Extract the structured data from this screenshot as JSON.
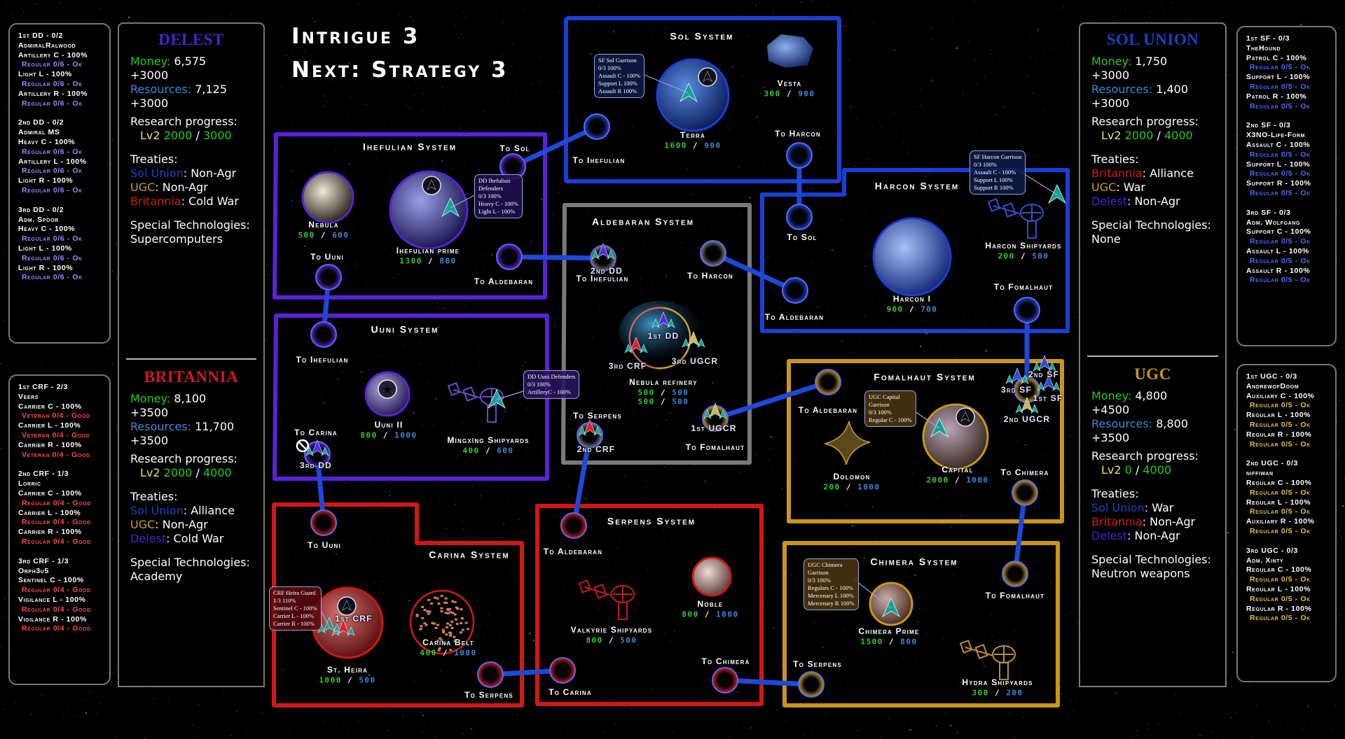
{
  "header": {
    "title": "Intrigue 3",
    "next": "Next: Strategy 3"
  },
  "labels": {
    "money": "Money:",
    "resources": "Resources:",
    "research": "Research progress:",
    "treaties": "Treaties:",
    "special": "Special Technologies:",
    "separator": "/"
  },
  "colors": {
    "delest": "#4a22c8",
    "britannia": "#d01a1a",
    "sol_union": "#1b3fc8",
    "ugc": "#c8961c",
    "money": "#22cc22",
    "resources": "#3a8ad8",
    "level": "#e8e070",
    "neutral": "#7a7a7a"
  },
  "factions": {
    "delest": {
      "name": "DELEST",
      "money": "6,575",
      "money_income": "+3000",
      "resources": "7,125",
      "resources_income": "+3000",
      "research_level": "Lv2",
      "research_current": "2000",
      "research_total": "3000",
      "treaties": [
        {
          "faction": "Sol Union",
          "status": "Non-Agr",
          "color": "#2040c8"
        },
        {
          "faction": "UGC",
          "status": "Non-Agr",
          "color": "#c8a020"
        },
        {
          "faction": "Britannia",
          "status": "Cold War",
          "color": "#d01a1a"
        }
      ],
      "special_tech": "Supercomputers"
    },
    "britannia": {
      "name": "BRITANNIA",
      "money": "8,100",
      "money_income": "+3500",
      "resources": "11,700",
      "resources_income": "+3500",
      "research_level": "Lv2",
      "research_current": "2000",
      "research_total": "4000",
      "treaties": [
        {
          "faction": "Sol Union",
          "status": "Alliance",
          "color": "#2040c8"
        },
        {
          "faction": "UGC",
          "status": "Non-Agr",
          "color": "#c8a020"
        },
        {
          "faction": "Delest",
          "status": "Cold War",
          "color": "#4a22c8"
        }
      ],
      "special_tech": "Academy"
    },
    "sol_union": {
      "name": "SOL UNION",
      "money": "1,750",
      "money_income": "+3000",
      "resources": "1,400",
      "resources_income": "+3000",
      "research_level": "Lv2",
      "research_current": "2000",
      "research_total": "4000",
      "treaties": [
        {
          "faction": "Britannia",
          "status": "Alliance",
          "color": "#d01a1a"
        },
        {
          "faction": "UGC",
          "status": "War",
          "color": "#c8a020"
        },
        {
          "faction": "Delest",
          "status": "Non-Agr",
          "color": "#4a22c8"
        }
      ],
      "special_tech": "None"
    },
    "ugc": {
      "name": "UGC",
      "money": "4,800",
      "money_income": "+4500",
      "resources": "8,800",
      "resources_income": "+3500",
      "research_level": "Lv2",
      "research_current": "0",
      "research_total": "4000",
      "treaties": [
        {
          "faction": "Sol Union",
          "status": " War",
          "color": "#2040c8"
        },
        {
          "faction": "Britannia",
          "status": "Non-Agr",
          "color": "#d01a1a"
        },
        {
          "faction": "Delest",
          "status": "Non-Agr",
          "color": "#4a22c8"
        }
      ],
      "special_tech": "Neutron weapons"
    }
  },
  "fleet_panels": {
    "delest": {
      "status_color": "#9c88ff",
      "fleets": [
        {
          "header": "1st DD - 0/2",
          "commander": "AdmiralRalwood",
          "units": [
            {
              "type": "Artillery C - 100%",
              "status": "Regular 0/6 - Ok"
            },
            {
              "type": "Light L - 100%",
              "status": "Regular 0/6 - Ok"
            },
            {
              "type": "Artillery R - 100%",
              "status": "Regular 0/6 - Ok"
            }
          ]
        },
        {
          "header": "2nd DD - 0/2",
          "commander": "Admiral MS",
          "units": [
            {
              "type": "Heavy C - 100%",
              "status": "Regular 0/6 - Ok"
            },
            {
              "type": "Artillery L - 100%",
              "status": "Regular 0/6 - Ok"
            },
            {
              "type": "Light R - 100%",
              "status": "Regular 0/6 - Ok"
            }
          ]
        },
        {
          "header": "3rd DD - 0/2",
          "commander": "Adm. Spoor",
          "units": [
            {
              "type": "Heavy C - 100%",
              "status": "Regular 0/6 - Ok"
            },
            {
              "type": "Light L - 100%",
              "status": "Regular 0/6 - Ok"
            },
            {
              "type": "Light R - 100%",
              "status": "Regular 0/6 - Ok"
            }
          ]
        }
      ]
    },
    "britannia": {
      "status_color": "#ff4a4a",
      "fleets": [
        {
          "header": "1st CRF - 2/3",
          "commander": "Veers",
          "units": [
            {
              "type": "Carrier C - 100%",
              "status": "Veteran 0/4 - Good"
            },
            {
              "type": "Carrier L - 100%",
              "status": "Veteran 0/4 - Good"
            },
            {
              "type": "Carrier R - 100%",
              "status": "Veteran 0/4 - Good"
            }
          ]
        },
        {
          "header": "2nd CRF - 1/3",
          "commander": "Lorric",
          "units": [
            {
              "type": "Carrier C - 100%",
              "status": "Regular 0/4 - Good"
            },
            {
              "type": "Carrier L - 100%",
              "status": "Regular 0/4 - Good"
            },
            {
              "type": "Carrier R - 100%",
              "status": "Regular 0/4 - Good"
            }
          ]
        },
        {
          "header": "3rd CRF - 1/3",
          "commander": "Orph3u5",
          "units": [
            {
              "type": "Sentinel C - 100%",
              "status": "Regular 0/4 - Good"
            },
            {
              "type": "Vigilance L - 100%",
              "status": "Regular 0/4 - Good"
            },
            {
              "type": "Vigilance R - 100%",
              "status": "Regular 0/4 - Good"
            }
          ]
        }
      ]
    },
    "sol_union": {
      "status_color": "#4a6cff",
      "fleets": [
        {
          "header": "1st SF - 0/3",
          "commander": "TheHound",
          "units": [
            {
              "type": "Patrol C - 100%",
              "status": "Regular 0/5 - Ok"
            },
            {
              "type": "Support L - 100%",
              "status": "Regular 0/5 - Ok"
            },
            {
              "type": "Patrol R - 100%",
              "status": "Regular 0/5 - Ok"
            }
          ]
        },
        {
          "header": "2nd SF - 0/3",
          "commander": "X3NO-Life-Form",
          "units": [
            {
              "type": "Assault C - 100%",
              "status": "Regular 0/5 - Ok"
            },
            {
              "type": "Support L - 100%",
              "status": "Regular 0/5 - Ok"
            },
            {
              "type": "Support R - 100%",
              "status": "Regular 0/5 - Ok"
            }
          ]
        },
        {
          "header": "3rd SF - 0/3",
          "commander": "Adm. Wolfgang",
          "units": [
            {
              "type": "Support C - 100%",
              "status": "Regular 0/5 - Ok"
            },
            {
              "type": "Assault L - 100%",
              "status": "Regular 0/5 - Ok"
            },
            {
              "type": "Assault R - 100%",
              "status": "Regular 0/5 - Ok"
            }
          ]
        }
      ]
    },
    "ugc": {
      "status_color": "#e8c040",
      "fleets": [
        {
          "header": "1st UGC - 0/3",
          "commander": "AndrewofDoom",
          "units": [
            {
              "type": "Auxiliary C - 100%",
              "status": "Regular 0/5 - Ok"
            },
            {
              "type": "Regular L - 100%",
              "status": "Regular 0/5 - Ok"
            },
            {
              "type": "Regular R - 100%",
              "status": "Regular 0/5 - Ok"
            }
          ]
        },
        {
          "header": "2nd UGC - 0/3",
          "commander": "niffiwan",
          "units": [
            {
              "type": "Regular C - 100%",
              "status": "Regular 0/5 - Ok"
            },
            {
              "type": "Regular L - 100%",
              "status": "Regular 0/5 - Ok"
            },
            {
              "type": "Auxiliary R - 100%",
              "status": "Regular 0/5 - Ok"
            }
          ]
        },
        {
          "header": "3rd UGC - 0/3",
          "commander": "Adm. Xinty",
          "units": [
            {
              "type": "Regular C - 100%",
              "status": "Regular 0/5 - Ok"
            },
            {
              "type": "Regular L - 100%",
              "status": "Regular 0/5 - Ok"
            },
            {
              "type": "Regular R - 100%",
              "status": "Regular 0/5 - Ok"
            }
          ]
        }
      ]
    }
  },
  "map": {
    "systems": [
      {
        "title": "Sol System",
        "color": "#1b3fd6"
      },
      {
        "title": "Ihefulian System",
        "color": "#5a22d8"
      },
      {
        "title": "Uuni System",
        "color": "#5a22d8"
      },
      {
        "title": "Aldebaran System",
        "color": "#7a7a7a"
      },
      {
        "title": "Harcon System",
        "color": "#1b3fd6"
      },
      {
        "title": "Fomalhaut System",
        "color": "#c8961c"
      },
      {
        "title": "Chimera System",
        "color": "#c8961c"
      },
      {
        "title": "Serpens System",
        "color": "#d01818"
      },
      {
        "title": "Carina System",
        "color": "#d01818"
      }
    ],
    "nodes": [
      {
        "label": "To Ihefulian",
        "color": "#1b3fd6"
      },
      {
        "label": "To Harcon",
        "color": "#1b3fd6"
      },
      {
        "label": "To Sol",
        "color": "#5a22d8"
      },
      {
        "label": "To Aldebaran",
        "color": "#5a22d8"
      },
      {
        "label": "To Uuni",
        "color": "#5a22d8"
      },
      {
        "label": "To Ihefulian",
        "color": "#5a22d8"
      },
      {
        "label": "To Carina",
        "color": "#5a22d8",
        "blocked": true
      },
      {
        "label": "To Sol",
        "color": "#1b3fd6"
      },
      {
        "label": "To Aldebaran",
        "color": "#1b3fd6"
      },
      {
        "label": "To Fomalhaut",
        "color": "#1b3fd6"
      },
      {
        "label": "To Ihefulian",
        "color": "#7a7a7a"
      },
      {
        "label": "To Harcon",
        "color": "#7a7a7a"
      },
      {
        "label": "To Serpens",
        "color": "#7a7a7a"
      },
      {
        "label": "To Fomalhaut",
        "color": "#c8961c"
      },
      {
        "label": "To Aldebaran",
        "color": "#c8961c"
      },
      {
        "label": "",
        "color": "#c8961c"
      },
      {
        "label": "To Chimera",
        "color": "#c8961c"
      },
      {
        "label": "To Fomalhaut",
        "color": "#c8961c"
      },
      {
        "label": "To Serpens",
        "color": "#c8961c"
      },
      {
        "label": "To Aldebaran",
        "color": "#d01818"
      },
      {
        "label": "To Carina",
        "color": "#d01818"
      },
      {
        "label": "To Chimera",
        "color": "#d01818"
      },
      {
        "label": "To Uuni",
        "color": "#d01818"
      },
      {
        "label": "To Serpens",
        "color": "#d01818"
      }
    ],
    "fleets": [
      {
        "label": "3rd DD",
        "color": "#4a30e0"
      },
      {
        "label": "2nd DD",
        "color": "#4a30e0"
      },
      {
        "label": "2nd CRF",
        "color": "#e02030"
      },
      {
        "label": "1st UGCR",
        "color": "#c8b860"
      },
      {
        "label": "2nd SF",
        "color": "#2a4ae0"
      },
      {
        "label": "3rd SF",
        "color": "#2a4ae0"
      },
      {
        "label": "1st SF",
        "color": "#2a4ae0"
      },
      {
        "label": "2nd UGCR",
        "color": "#c8b860"
      },
      {
        "label": "1st DD",
        "color": "#4a30e0"
      },
      {
        "label": "3rd CRF",
        "color": "#e02030"
      },
      {
        "label": "3rd UGCR",
        "color": "#c8b860"
      },
      {
        "label": "1st CRF",
        "color": "#e02030"
      }
    ],
    "planets": [
      {
        "name": "Terra",
        "values": [
          [
            "1600",
            "900"
          ]
        ]
      },
      {
        "name": "Vesta",
        "values": [
          [
            "300",
            "900"
          ]
        ]
      },
      {
        "name": "Nebula",
        "values": [
          [
            "500",
            "600"
          ]
        ]
      },
      {
        "name": "Ihefulian prime",
        "values": [
          [
            "1300",
            "800"
          ]
        ]
      },
      {
        "name": "Uuni II",
        "values": [
          [
            "800",
            "1000"
          ]
        ]
      },
      {
        "name": "Míngxīng Shipyards",
        "values": [
          [
            "400",
            "600"
          ]
        ]
      },
      {
        "name": "Nebula refinery",
        "values": [
          [
            "500",
            "500"
          ],
          [
            "500",
            "500"
          ]
        ]
      },
      {
        "name": "Harcon I",
        "values": [
          [
            "900",
            "700"
          ]
        ]
      },
      {
        "name": "Harcon Shipyards",
        "values": [
          [
            "200",
            "500"
          ]
        ]
      },
      {
        "name": "Capital",
        "values": [
          [
            "2000",
            "1000"
          ]
        ]
      },
      {
        "name": "Dolomon",
        "values": [
          [
            "200",
            "1000"
          ]
        ]
      },
      {
        "name": "Chimera Prime",
        "values": [
          [
            "1500",
            "800"
          ]
        ]
      },
      {
        "name": "Hydra Shipyards",
        "values": [
          [
            "300",
            "200"
          ]
        ]
      },
      {
        "name": "Noble",
        "values": [
          [
            "800",
            "1000"
          ]
        ]
      },
      {
        "name": "Valkyrie Shipyards",
        "values": [
          [
            "800",
            "500"
          ]
        ]
      },
      {
        "name": "St. Heira",
        "values": [
          [
            "1000",
            "500"
          ]
        ]
      },
      {
        "name": "Carina Belt",
        "values": [
          [
            "400",
            "1000"
          ]
        ]
      }
    ],
    "garrisons": [
      {
        "lines": [
          "SF Sol Garrison",
          "0/3 100%",
          "Assault C - 100%",
          "Support L 100%",
          "Assault R 100%"
        ],
        "bg": "#0c1a48"
      },
      {
        "lines": [
          "DD Ihefulian",
          "Defenders",
          "0/3 100%",
          "Heavy C - 100%",
          "Light L - 100%"
        ],
        "bg": "#20104e"
      },
      {
        "lines": [
          "DD Uuni Defenders",
          "0/3 100%",
          "ArtilleryC - 100%"
        ],
        "bg": "#2a1460"
      },
      {
        "lines": [
          "SF Harcon Garrison",
          "0/3 100%",
          "Assault C - 100%",
          "Support L 100%",
          "Support R 100%"
        ],
        "bg": "#0c1a48"
      },
      {
        "lines": [
          "UGC Capital",
          "Garrison",
          "0/3 100%",
          "Regular C - 100%"
        ],
        "bg": "#4a3410"
      },
      {
        "lines": [
          "UGC Chimera",
          "Garrison",
          "0/3 100%",
          "Regulars C - 100%",
          "Mercenary L 100%",
          "Mercenary R 100%"
        ],
        "bg": "#4a3410"
      },
      {
        "lines": [
          "CRF Heira Guard",
          "1/3 110%",
          "Sentinel  C - 100%",
          "Carrier L - 100%",
          "Carrier R - 100%"
        ],
        "bg": "#5a0a10"
      }
    ]
  }
}
